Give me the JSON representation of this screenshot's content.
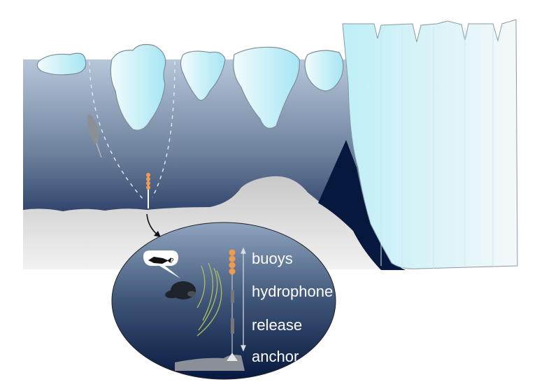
{
  "labels": {
    "buoys": "buoys",
    "hydrophone": "hydrophone",
    "release": "release",
    "anchor": "anchor"
  },
  "speech_bubble": {
    "icon": "fish-icon",
    "text": "?"
  },
  "colors": {
    "water_top": "#b7c7da",
    "water_bottom": "#06183d",
    "ice": "#b8ecf6",
    "seafloor": "#d6d6d6",
    "buoy": "#f19a50",
    "sound_waves": "#a8b860"
  }
}
